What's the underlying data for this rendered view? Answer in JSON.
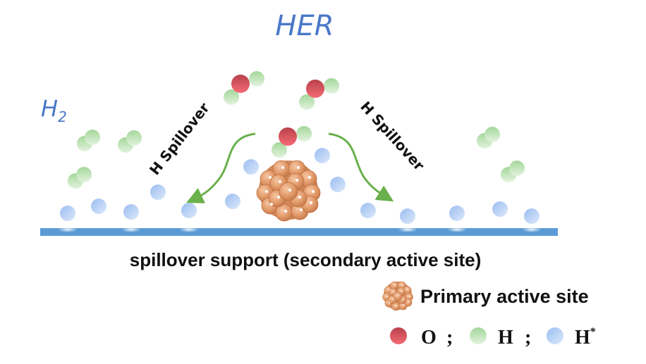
{
  "title": "HER",
  "h2_label": "H",
  "h2_subscript": "2",
  "spillover_left": "H Spillover",
  "spillover_right": "H Spillover",
  "support_label": "spillover support (secondary active site)",
  "legend": {
    "primary_site": "Primary active site",
    "o_label": "O",
    "h_label": "H",
    "hstar_label": "H",
    "hstar_sup": "*",
    "separator": ";"
  },
  "colors": {
    "title_blue": "#4a78c8",
    "support_bar": "#5b9bd5",
    "oxygen": "#e0505a",
    "hydrogen": "#a8d8a0",
    "h_star": "#a9c8f0",
    "arrow": "#6ab04c",
    "cluster": "#d98a5a"
  }
}
